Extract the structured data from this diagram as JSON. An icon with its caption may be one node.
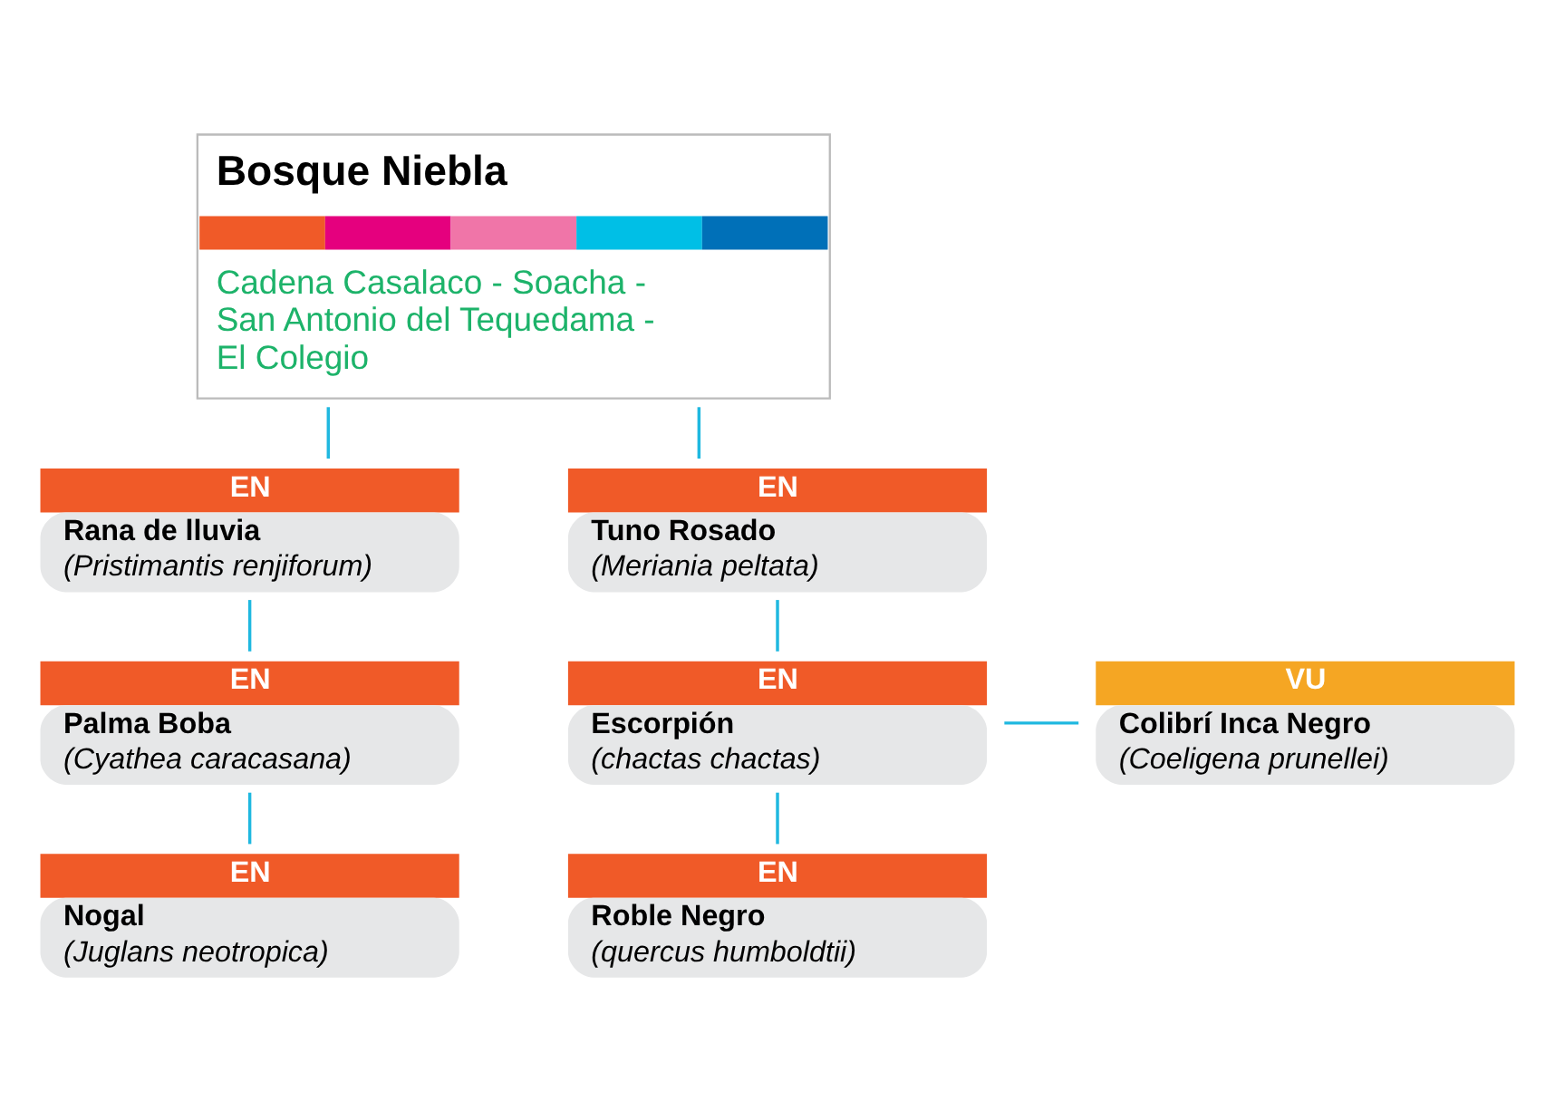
{
  "diagram": {
    "nodes": [
      {
        "text": [
          "Bosque Niebla",
          "Cadena Casalaco - Soacha - San Antonio del Tequedama - El Colegio"
        ]
      },
      {
        "text": [
          "Rana de lluvia",
          "(Pristimantis renjiforum)"
        ],
        "beside": [
          "EN"
        ]
      },
      {
        "text": [
          "Palma Boba",
          "(Cyathea caracasana)"
        ],
        "beside": [
          "EN"
        ]
      },
      {
        "text": [
          "Nogal",
          "(Juglans neotropica)"
        ],
        "beside": [
          "EN"
        ]
      },
      {
        "text": [
          "Tuno Rosado",
          "(Meriania peltata)"
        ],
        "beside": [
          "EN"
        ]
      },
      {
        "text": [
          "Escorpión",
          "(chactas chactas)"
        ],
        "beside": [
          "EN"
        ]
      },
      {
        "text": [
          "Roble Negro",
          "(quercus humboldtii)"
        ],
        "beside": [
          "EN"
        ]
      },
      {
        "text": [
          "Colibrí Inca Negro",
          "(Coeligena prunellei)"
        ],
        "beside": [
          "VU"
        ]
      }
    ],
    "edges": [
      {
        "from": 0,
        "to": 1,
        "arrow": "none"
      },
      {
        "from": 0,
        "to": 4,
        "arrow": "none"
      },
      {
        "from": 1,
        "to": 2,
        "arrow": "none"
      },
      {
        "from": 2,
        "to": 3,
        "arrow": "none"
      },
      {
        "from": 4,
        "to": 5,
        "arrow": "none"
      },
      {
        "from": 5,
        "to": 6,
        "arrow": "none"
      },
      {
        "from": 5,
        "to": 7,
        "arrow": "none"
      }
    ]
  }
}
